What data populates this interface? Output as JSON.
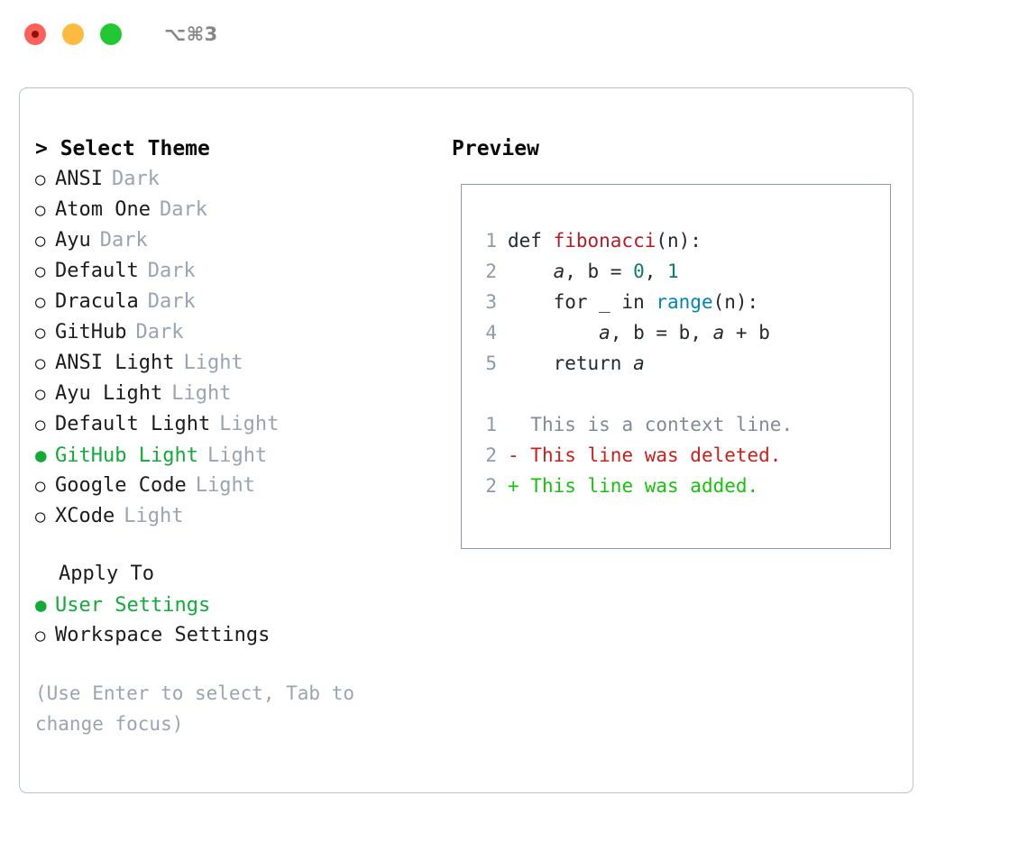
{
  "titlebar": {
    "lights": [
      {
        "name": "close",
        "color": "#fc6058"
      },
      {
        "name": "minimize",
        "color": "#fcbb40"
      },
      {
        "name": "maximize",
        "color": "#20c932"
      }
    ],
    "shortcut": "⌥⌘3"
  },
  "left": {
    "header": "> Select Theme",
    "themes": [
      {
        "bullet": "○",
        "label": "ANSI",
        "tag": "Dark",
        "selected": false
      },
      {
        "bullet": "○",
        "label": "Atom One",
        "tag": "Dark",
        "selected": false
      },
      {
        "bullet": "○",
        "label": "Ayu",
        "tag": "Dark",
        "selected": false
      },
      {
        "bullet": "○",
        "label": "Default",
        "tag": "Dark",
        "selected": false
      },
      {
        "bullet": "○",
        "label": "Dracula",
        "tag": "Dark",
        "selected": false
      },
      {
        "bullet": "○",
        "label": "GitHub",
        "tag": "Dark",
        "selected": false
      },
      {
        "bullet": "○",
        "label": "ANSI Light",
        "tag": "Light",
        "selected": false
      },
      {
        "bullet": "○",
        "label": "Ayu Light",
        "tag": "Light",
        "selected": false
      },
      {
        "bullet": "○",
        "label": "Default Light",
        "tag": "Light",
        "selected": false
      },
      {
        "bullet": "●",
        "label": "GitHub Light",
        "tag": "Light",
        "selected": true
      },
      {
        "bullet": "○",
        "label": "Google Code",
        "tag": "Light",
        "selected": false
      },
      {
        "bullet": "○",
        "label": "XCode",
        "tag": "Light",
        "selected": false
      }
    ],
    "apply_header": "Apply To",
    "apply_options": [
      {
        "bullet": "●",
        "label": "User Settings",
        "selected": true
      },
      {
        "bullet": "○",
        "label": "Workspace Settings",
        "selected": false
      }
    ],
    "hint": "(Use Enter to select, Tab to change focus)"
  },
  "right": {
    "header": "Preview",
    "code": {
      "lines": [
        {
          "num": "1",
          "tokens": [
            {
              "t": "def ",
              "c": "plain"
            },
            {
              "t": "fibonacci",
              "c": "fn"
            },
            {
              "t": "(n):",
              "c": "plain"
            }
          ]
        },
        {
          "num": "2",
          "tokens": [
            {
              "t": "    ",
              "c": "plain"
            },
            {
              "t": "a",
              "c": "var"
            },
            {
              "t": ", b = ",
              "c": "plain"
            },
            {
              "t": "0",
              "c": "num"
            },
            {
              "t": ", ",
              "c": "plain"
            },
            {
              "t": "1",
              "c": "num"
            }
          ]
        },
        {
          "num": "3",
          "tokens": [
            {
              "t": "    for _ in ",
              "c": "plain"
            },
            {
              "t": "range",
              "c": "builtin"
            },
            {
              "t": "(n):",
              "c": "plain"
            }
          ]
        },
        {
          "num": "4",
          "tokens": [
            {
              "t": "        ",
              "c": "plain"
            },
            {
              "t": "a",
              "c": "var"
            },
            {
              "t": ", b = b, ",
              "c": "plain"
            },
            {
              "t": "a",
              "c": "var"
            },
            {
              "t": " + b",
              "c": "plain"
            }
          ]
        },
        {
          "num": "5",
          "tokens": [
            {
              "t": "    return ",
              "c": "plain"
            },
            {
              "t": "a",
              "c": "var"
            }
          ]
        }
      ],
      "diff": [
        {
          "num": "1",
          "marker": " ",
          "text": " This is a context line.",
          "kind": "ctx"
        },
        {
          "num": "2",
          "marker": "-",
          "text": " This line was deleted.",
          "kind": "del"
        },
        {
          "num": "2",
          "marker": "+",
          "text": " This line was added.",
          "kind": "add"
        }
      ]
    }
  }
}
